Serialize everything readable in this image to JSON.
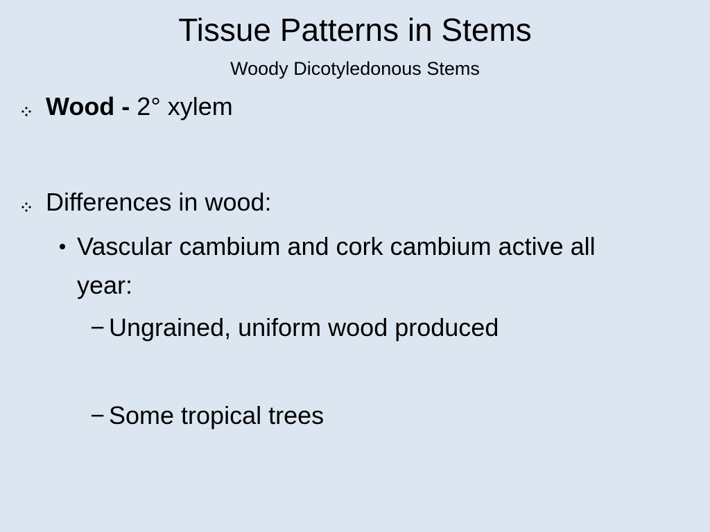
{
  "slide": {
    "title": "Tissue Patterns in Stems",
    "subtitle": "Woody Dicotyledonous Stems",
    "bullets": [
      {
        "bold": "Wood - ",
        "text": "2° xylem",
        "icon": "four-diamond-bullet-icon"
      },
      {
        "text": "Differences in wood:",
        "icon": "four-diamond-bullet-icon",
        "subitems": [
          {
            "line1": "Vascular cambium and cork cambium active all",
            "line2": "year:",
            "icon": "round-bullet-icon",
            "subitems": [
              {
                "dash": "−",
                "text": "Ungrained, uniform wood produced"
              },
              {
                "dash": "−",
                "text": "Some tropical trees"
              }
            ]
          }
        ]
      }
    ]
  }
}
